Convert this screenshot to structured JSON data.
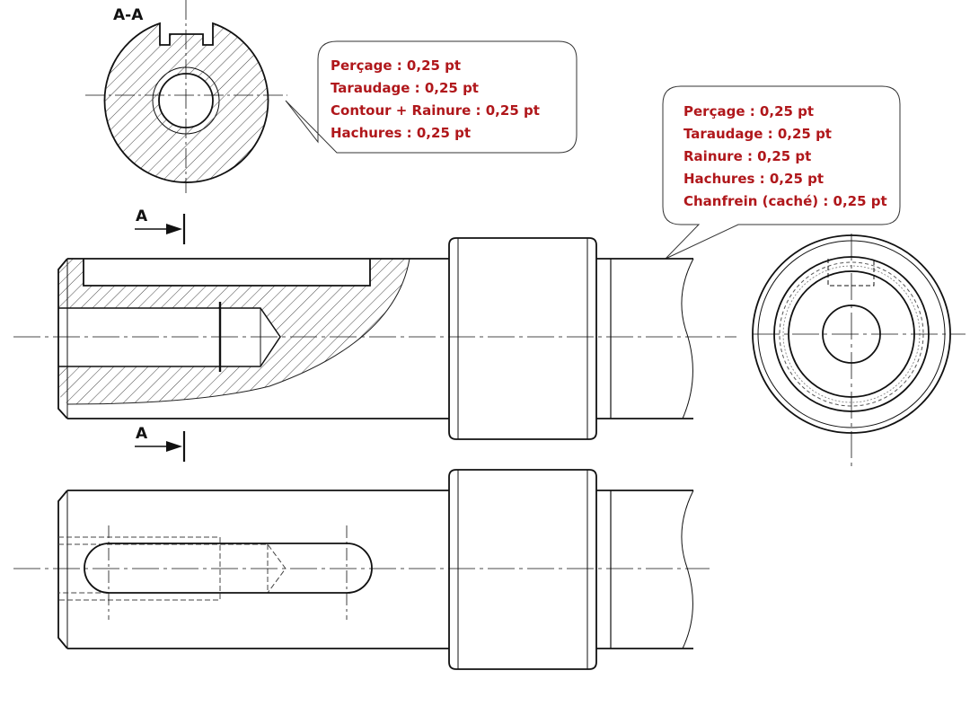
{
  "section_label": "A-A",
  "arrow_label_top": "A",
  "arrow_label_bottom": "A",
  "callout_left": {
    "lines": [
      "Perçage : 0,25 pt",
      "Taraudage : 0,25 pt",
      "Contour + Rainure : 0,25 pt",
      "Hachures : 0,25 pt"
    ]
  },
  "callout_right": {
    "lines": [
      "Perçage : 0,25 pt",
      "Taraudage : 0,25 pt",
      "Rainure : 0,25 pt",
      "Hachures : 0,25 pt",
      "Chanfrein (caché) : 0,25 pt"
    ]
  },
  "colors": {
    "callout_text": "#b0171b",
    "line": "#111111",
    "hatch": "#555555"
  }
}
